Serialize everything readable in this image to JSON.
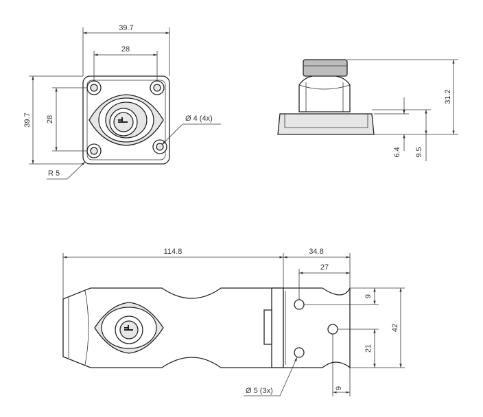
{
  "top_view": {
    "width_overall": "39.7",
    "hole_spacing_x": "28",
    "height_overall": "39.7",
    "hole_spacing_y": "28",
    "hole_callout": "Ø 4 (4x)",
    "radius_callout": "R 5"
  },
  "side_view": {
    "height_total": "31.2",
    "base_thickness": "6.4",
    "base_step": "9.5"
  },
  "hasp_view": {
    "length_body": "114.8",
    "length_staple": "34.8",
    "hole_spacing_x": "27",
    "height": "42",
    "offset_top": "9",
    "offset_bottom": "21",
    "offset_side": "9",
    "hole_callout": "Ø 5 (3x)"
  }
}
